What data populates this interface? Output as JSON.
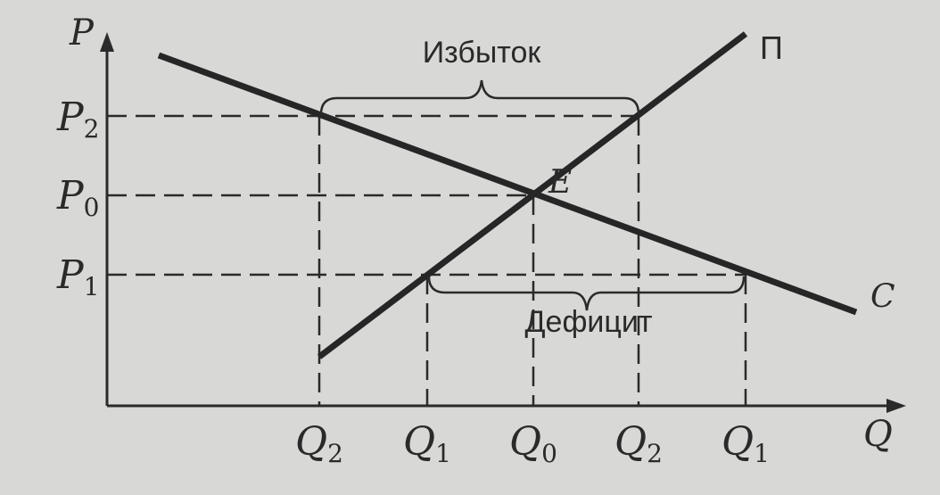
{
  "axes": {
    "y_label": "P",
    "x_label": "Q"
  },
  "price_labels": {
    "p2": {
      "base": "P",
      "sub": "2"
    },
    "p0": {
      "base": "P",
      "sub": "0"
    },
    "p1": {
      "base": "P",
      "sub": "1"
    }
  },
  "quantity_labels": [
    {
      "base": "Q",
      "sub": "2"
    },
    {
      "base": "Q",
      "sub": "1"
    },
    {
      "base": "Q",
      "sub": "0"
    },
    {
      "base": "Q",
      "sub": "2"
    },
    {
      "base": "Q",
      "sub": "1"
    }
  ],
  "curves": {
    "supply_label": "П",
    "demand_label": "С"
  },
  "equilibrium_label": "E",
  "annotations": {
    "surplus": "Избыток",
    "deficit": "Дефицит"
  },
  "colors": {
    "background": "#d8d8d6",
    "ink": "#2a2a2a"
  }
}
